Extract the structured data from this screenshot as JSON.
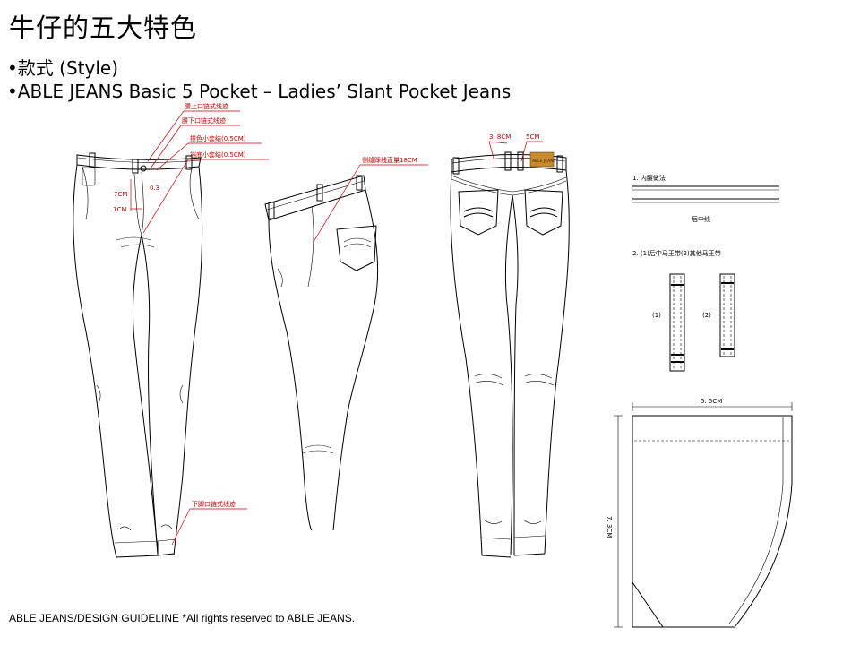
{
  "title": "牛仔的五大特色",
  "bullets": [
    "•款式 (Style)",
    "•ABLE JEANS Basic 5 Pocket – Ladies’ Slant Pocket Jeans"
  ],
  "annotations": {
    "waist_top": "腰上口链式线迹",
    "waist_bottom": "腰下口链式线迹",
    "contrast_loop": "撞色小套结(0.5CM)",
    "crotch_loop": "裆底小套结(0.5CM)",
    "seven_cm": "7CM",
    "one_cm": "1CM",
    "zero_three": "0.3",
    "hem": "下脚口链式线迹",
    "side_seam": "侧缝踩线直量18CM",
    "back_38": "3. 8CM",
    "back_5": "5CM",
    "label_text": "ABLE JEANS"
  },
  "spec": {
    "item1": "1. 内腰做法",
    "center_back": "后中线",
    "item2": "2. (1)后中马王带(2)其他马王带",
    "loop1": "(1)",
    "loop2": "(2)",
    "width": "5. 5CM",
    "height": "7. 3CM"
  },
  "footer": "ABLE JEANS/DESIGN GUIDELINE *All rights reserved to ABLE JEANS.",
  "colors": {
    "annotation": "#c00000",
    "label": "#c98a2e"
  }
}
